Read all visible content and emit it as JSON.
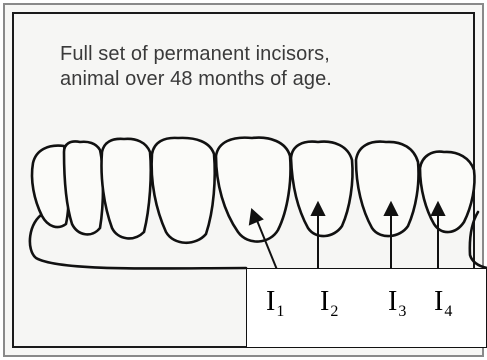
{
  "caption": {
    "line1": "Full set of permanent incisors,",
    "line2": "animal over 48 months of age."
  },
  "labels": [
    {
      "letter": "I",
      "sub": "1"
    },
    {
      "letter": "I",
      "sub": "2"
    },
    {
      "letter": "I",
      "sub": "3"
    },
    {
      "letter": "I",
      "sub": "4"
    }
  ]
}
